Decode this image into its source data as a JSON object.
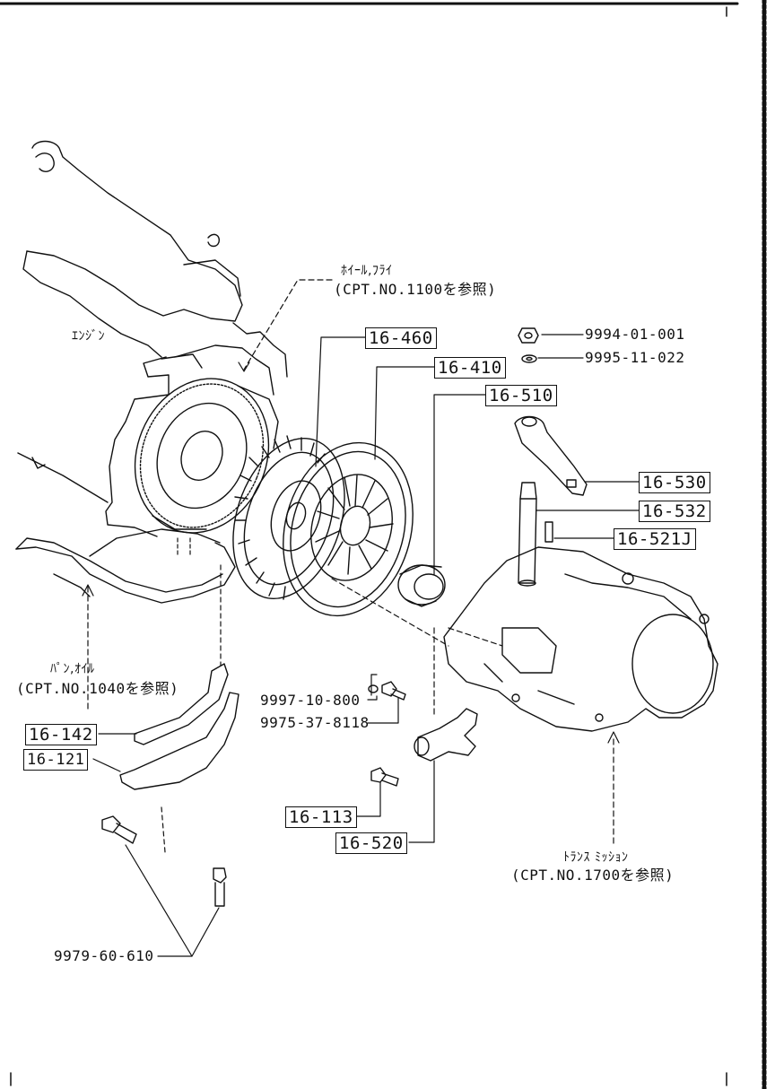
{
  "labels": {
    "flywheel": "ﾎｲｰﾙ,ﾌﾗｲ",
    "flywheel_ref": "(CPT.NO.1100を参照)",
    "engine": "ｴﾝｼﾞﾝ",
    "oil_pan": "ﾊﾟﾝ,ｵｲﾙ",
    "oil_pan_ref": "(CPT.NO.1040を参照)",
    "transmission": "ﾄﾗﾝｽ ﾐｯｼｮﾝ",
    "transmission_ref": "(CPT.NO.1700を参照)"
  },
  "parts": {
    "p16_460": "16-460",
    "p16_410": "16-410",
    "p16_510": "16-510",
    "p16_530": "16-530",
    "p16_532": "16-532",
    "p16_521j": "16-521J",
    "p16_142": "16-142",
    "p16_121": "16-121",
    "p16_113": "16-113",
    "p16_520": "16-520"
  },
  "part_numbers": {
    "nut": "9994-01-001",
    "washer": "9995-11-022",
    "washer_small": "9997-10-800",
    "bolt": "9975-37-8118",
    "bolt_lower": "9979-60-610"
  }
}
